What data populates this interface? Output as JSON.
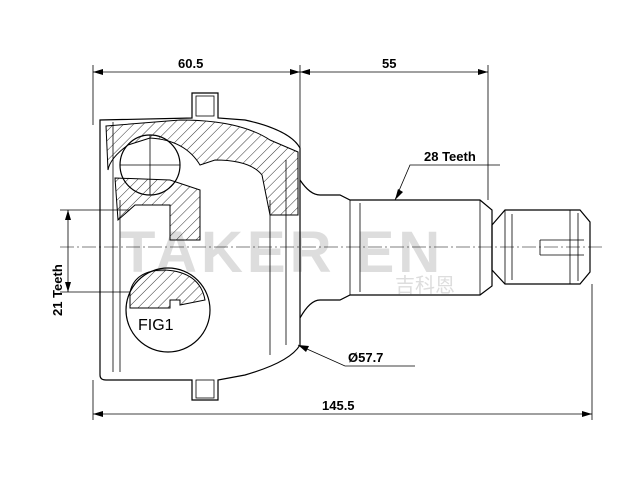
{
  "watermark": {
    "text": "TAKER EN",
    "text_cn": "吉科恩"
  },
  "dimensions": {
    "left_length": "60.5",
    "right_length": "55",
    "outer_teeth": "28 Teeth",
    "inner_teeth": "21 Teeth",
    "diameter": "Ø57.7",
    "total_length": "145.5"
  },
  "figure_label": "FIG1"
}
